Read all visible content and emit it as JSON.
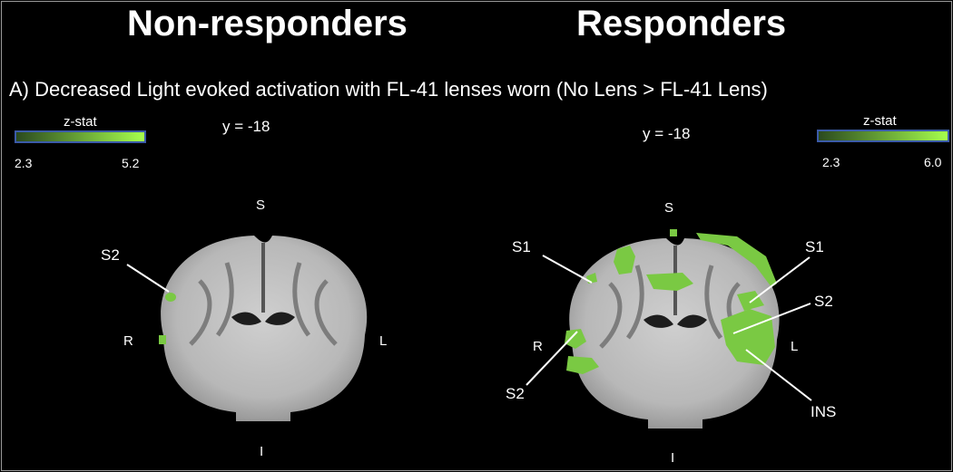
{
  "headings": {
    "left": "Non-responders",
    "right": "Responders"
  },
  "caption": "A) Decreased Light evoked activation with FL-41 lenses worn (No Lens > FL-41 Lens)",
  "left_panel": {
    "slice_label": "y = -18",
    "colorbar": {
      "title": "z-stat",
      "min": "2.3",
      "max": "5.2",
      "colors": [
        "#2b4a1f",
        "#a6ff4d"
      ]
    },
    "orientation": {
      "superior": "S",
      "inferior": "I",
      "right": "R",
      "left": "L"
    },
    "regions": [
      "S2"
    ]
  },
  "right_panel": {
    "slice_label": "y = -18",
    "colorbar": {
      "title": "z-stat",
      "min": "2.3",
      "max": "6.0",
      "colors": [
        "#2b4a1f",
        "#a6ff4d"
      ]
    },
    "orientation": {
      "superior": "S",
      "inferior": "I",
      "right": "R",
      "left": "L"
    },
    "regions": [
      "S1",
      "S1",
      "S2",
      "S2",
      "INS"
    ]
  },
  "activation_color": "#7ac943",
  "frame_color": "#9a9a9a"
}
